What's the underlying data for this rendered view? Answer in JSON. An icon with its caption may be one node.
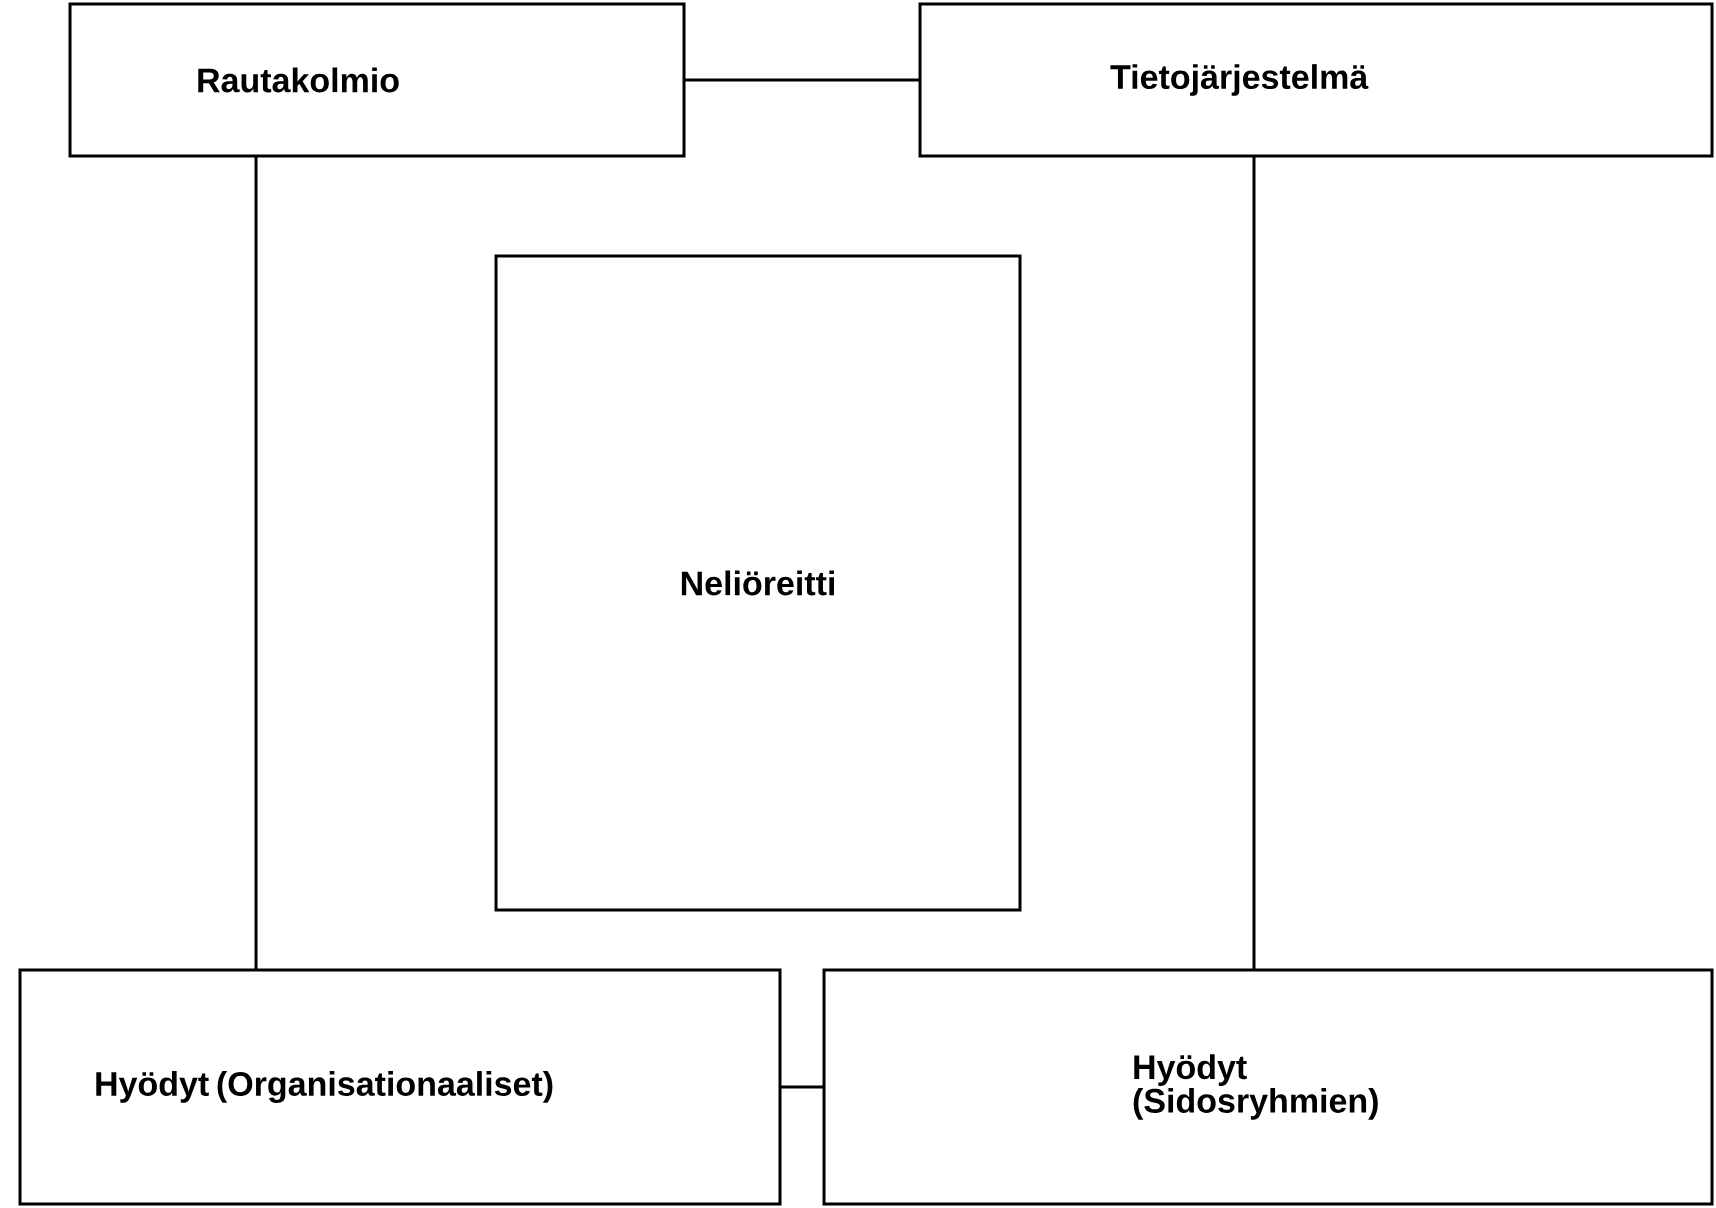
{
  "diagram": {
    "nodes": [
      {
        "text": [
          "Rautakolmio"
        ]
      },
      {
        "text": [
          "Tietojärjestelmä"
        ]
      },
      {
        "text": [
          "Neliöreitti"
        ]
      },
      {
        "text": [
          "Hyödyt (Organisationaaliset)"
        ]
      },
      {
        "text": [
          "Hyödyt (Sidosryhmien)"
        ]
      }
    ],
    "edges": [
      {
        "from": 0,
        "to": 1,
        "arrow": "none"
      },
      {
        "from": 0,
        "to": 3,
        "arrow": "none"
      },
      {
        "from": 1,
        "to": 4,
        "arrow": "none"
      },
      {
        "from": 3,
        "to": 4,
        "arrow": "none"
      }
    ]
  }
}
